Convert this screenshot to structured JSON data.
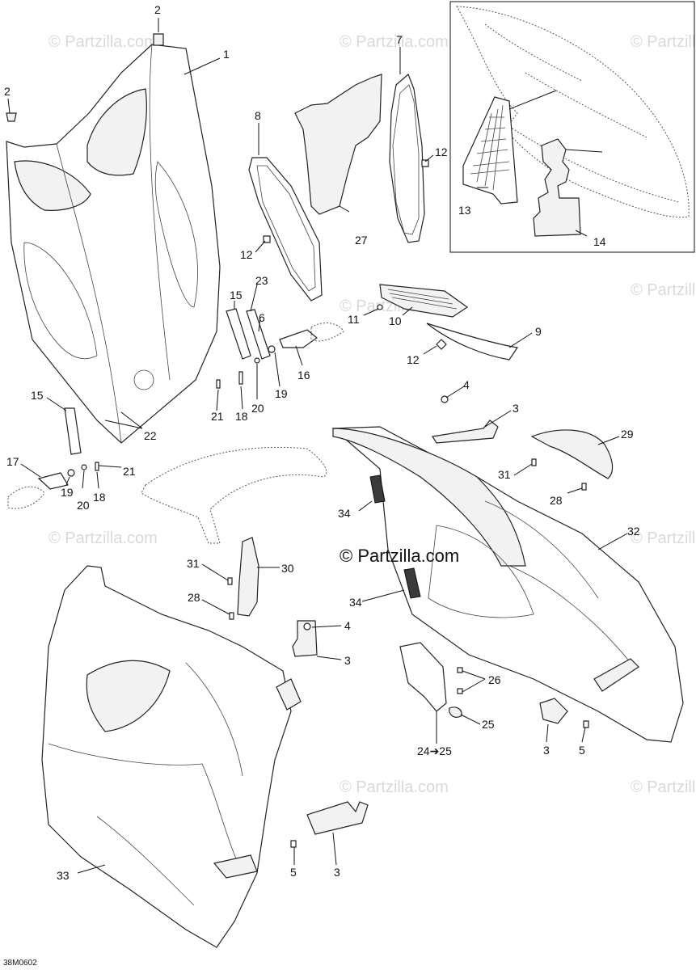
{
  "watermark": "© Partzilla.com",
  "center_watermark": "© Partzilla.com",
  "diagram_ref": "38M0602",
  "callouts": [
    {
      "id": "c-2a",
      "text": "2"
    },
    {
      "id": "c-2b",
      "text": "2"
    },
    {
      "id": "c-1",
      "text": "1"
    },
    {
      "id": "c-7",
      "text": "7"
    },
    {
      "id": "c-8",
      "text": "8"
    },
    {
      "id": "c-12a",
      "text": "12"
    },
    {
      "id": "c-12b",
      "text": "12"
    },
    {
      "id": "c-27",
      "text": "27"
    },
    {
      "id": "c-13",
      "text": "13"
    },
    {
      "id": "c-14",
      "text": "14"
    },
    {
      "id": "c-15a",
      "text": "15"
    },
    {
      "id": "c-23",
      "text": "23"
    },
    {
      "id": "c-6",
      "text": "6"
    },
    {
      "id": "c-11",
      "text": "11"
    },
    {
      "id": "c-10",
      "text": "10"
    },
    {
      "id": "c-9",
      "text": "9"
    },
    {
      "id": "c-12c",
      "text": "12"
    },
    {
      "id": "c-16",
      "text": "16"
    },
    {
      "id": "c-19a",
      "text": "19"
    },
    {
      "id": "c-20a",
      "text": "20"
    },
    {
      "id": "c-18a",
      "text": "18"
    },
    {
      "id": "c-21a",
      "text": "21"
    },
    {
      "id": "c-22",
      "text": "22"
    },
    {
      "id": "c-15b",
      "text": "15"
    },
    {
      "id": "c-21b",
      "text": "21"
    },
    {
      "id": "c-17",
      "text": "17"
    },
    {
      "id": "c-19b",
      "text": "19"
    },
    {
      "id": "c-20b",
      "text": "20"
    },
    {
      "id": "c-18b",
      "text": "18"
    },
    {
      "id": "c-4a",
      "text": "4"
    },
    {
      "id": "c-3a",
      "text": "3"
    },
    {
      "id": "c-29",
      "text": "29"
    },
    {
      "id": "c-31a",
      "text": "31"
    },
    {
      "id": "c-28a",
      "text": "28"
    },
    {
      "id": "c-34a",
      "text": "34"
    },
    {
      "id": "c-32",
      "text": "32"
    },
    {
      "id": "c-34b",
      "text": "34"
    },
    {
      "id": "c-31b",
      "text": "31"
    },
    {
      "id": "c-30",
      "text": "30"
    },
    {
      "id": "c-28b",
      "text": "28"
    },
    {
      "id": "c-4b",
      "text": "4"
    },
    {
      "id": "c-3b",
      "text": "3"
    },
    {
      "id": "c-26",
      "text": "26"
    },
    {
      "id": "c-25",
      "text": "25"
    },
    {
      "id": "c-24-25",
      "text": "24➔25"
    },
    {
      "id": "c-3c",
      "text": "3"
    },
    {
      "id": "c-5a",
      "text": "5"
    },
    {
      "id": "c-33",
      "text": "33"
    },
    {
      "id": "c-5b",
      "text": "5"
    },
    {
      "id": "c-3d",
      "text": "3"
    }
  ]
}
